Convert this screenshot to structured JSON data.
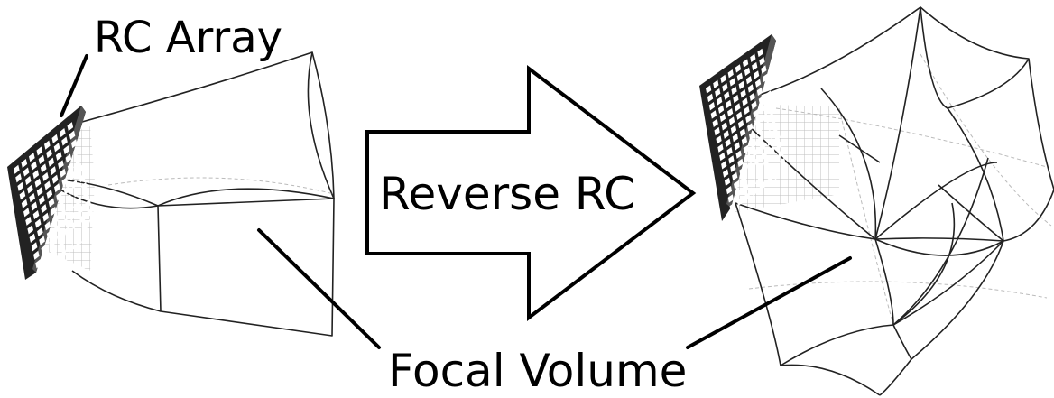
{
  "labels": {
    "rc_array": "RC Array",
    "reverse_rc": "Reverse RC",
    "focal_volume": "Focal Volume"
  },
  "icons": {
    "left_array": "rc-array-icon",
    "right_array": "rc-array-icon",
    "arrow": "right-arrow-icon"
  },
  "colors": {
    "line": "#000000",
    "array_face": "#222222",
    "background": "#ffffff"
  }
}
